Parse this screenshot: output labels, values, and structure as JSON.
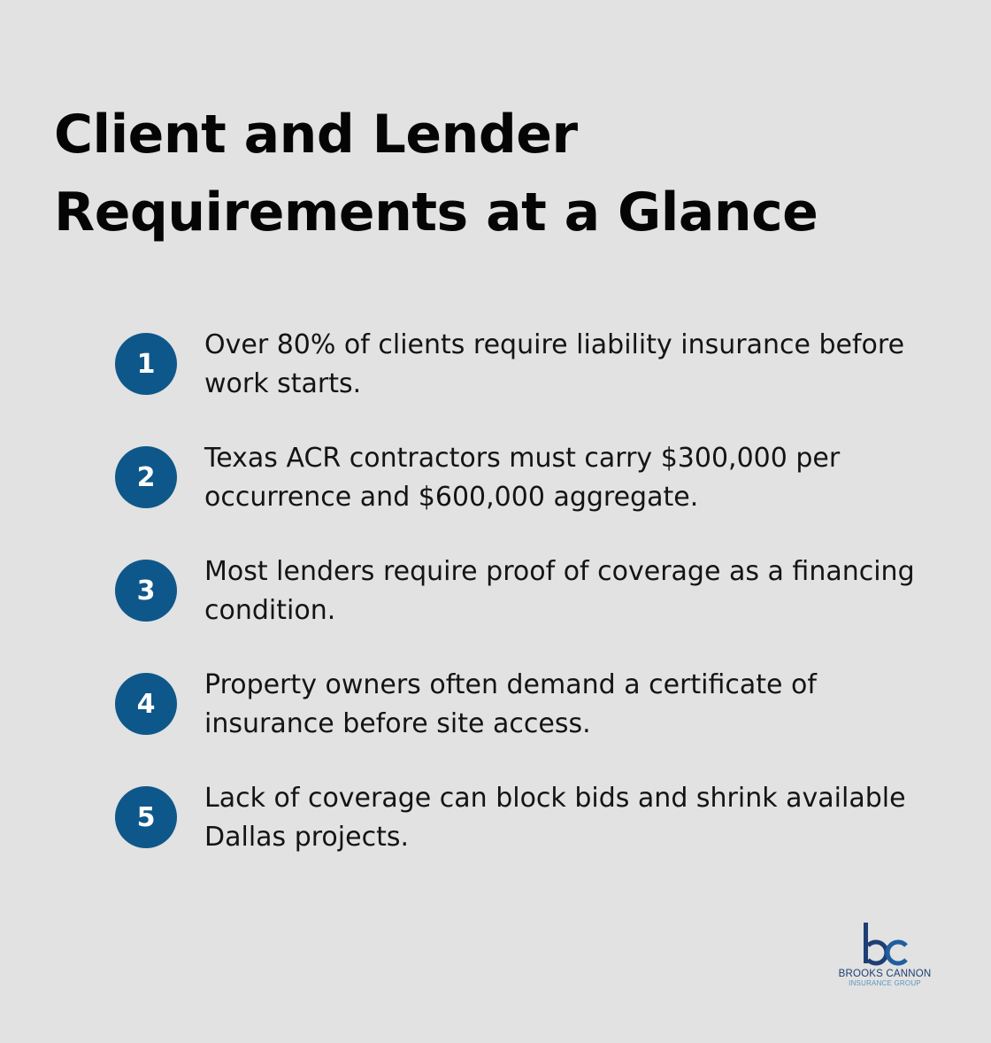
{
  "title": "Client and Lender Requirements at a Glance",
  "items": [
    {
      "number": "1",
      "text": "Over 80% of clients require liability insurance before work starts."
    },
    {
      "number": "2",
      "text": "Texas ACR contractors must carry $300,000 per occurrence and $600,000 aggregate."
    },
    {
      "number": "3",
      "text": "Most lenders require proof of coverage as a financing condition."
    },
    {
      "number": "4",
      "text": "Property owners often demand a certificate of insurance before site access."
    },
    {
      "number": "5",
      "text": "Lack of coverage can block bids and shrink available Dallas projects."
    }
  ],
  "logo": {
    "mark": "bc",
    "name": "BROOKS CANNON",
    "subtitle": "INSURANCE GROUP"
  },
  "colors": {
    "background": "#e1e2e1",
    "badge": "#0e578a",
    "logo_dark": "#1d3f73",
    "logo_light": "#5e94c4"
  }
}
